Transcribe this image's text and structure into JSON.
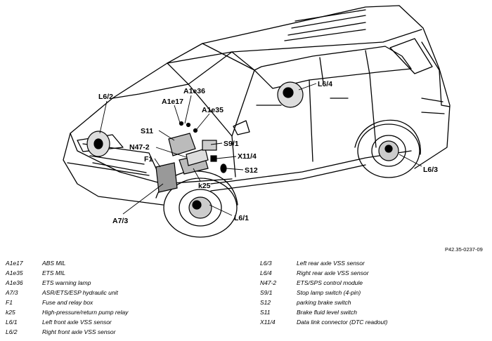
{
  "reference": "P42.35-0237-09",
  "callouts": {
    "l6_2": "L6/2",
    "a1e36": "A1e36",
    "a1e17": "A1e17",
    "a1e35": "A1e35",
    "l6_4": "L6/4",
    "s11": "S11",
    "s9_1": "S9/1",
    "n47_2": "N47-2",
    "x11_4": "X11/4",
    "f1": "F1",
    "s12": "S12",
    "k25": "k25",
    "l6_3": "L6/3",
    "a7_3": "A7/3",
    "l6_1": "L6/1"
  },
  "legend_left": [
    {
      "code": "A1e17",
      "desc": "ABS MIL"
    },
    {
      "code": "A1e35",
      "desc": "ETS MIL"
    },
    {
      "code": "A1e36",
      "desc": "ETS warning lamp"
    },
    {
      "code": "A7/3",
      "desc": "ASR/ETS/ESP hydraulic unit"
    },
    {
      "code": "F1",
      "desc": "Fuse and relay box"
    },
    {
      "code": "k25",
      "desc": "High-pressure/return pump relay"
    },
    {
      "code": "L6/1",
      "desc": "Left front axle VSS sensor"
    },
    {
      "code": "L6/2",
      "desc": "Right front axle VSS sensor"
    }
  ],
  "legend_right": [
    {
      "code": "L6/3",
      "desc": "Left rear axle VSS sensor"
    },
    {
      "code": "L6/4",
      "desc": "Right rear axle VSS sensor"
    },
    {
      "code": "N47-2",
      "desc": "ETS/SPS control module"
    },
    {
      "code": "S9/1",
      "desc": "Stop lamp switch (4-pin)"
    },
    {
      "code": "S12",
      "desc": "parking brake switch"
    },
    {
      "code": "S11",
      "desc": "Brake fluid level switch"
    },
    {
      "code": "X11/4",
      "desc": "Data link connector (DTC readout)"
    }
  ]
}
